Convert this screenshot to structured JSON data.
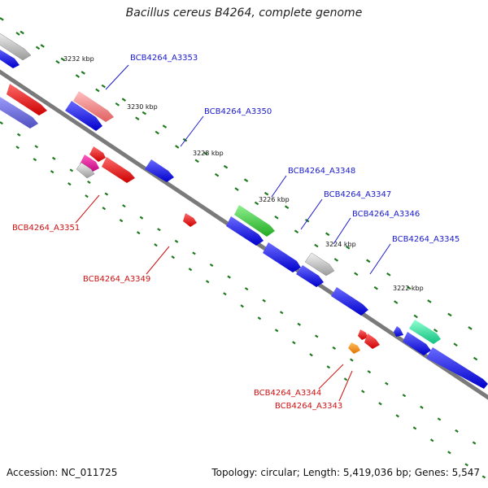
{
  "title": "Bacillus cereus B4264, complete genome",
  "footer": {
    "accession": "Accession: NC_011725",
    "summary": "Topology: circular; Length: 5,419,036 bp; Genes: 5,547"
  },
  "colors": {
    "backbone": "#888888",
    "tick": "#1f7a1f",
    "forward_cds": "#1010e0",
    "reverse_cds": "#e01010",
    "label_forward": "#1a1acc",
    "label_reverse": "#cc1111"
  },
  "scale_labels": [
    "3232 kbp",
    "3230 kbp",
    "3228 kbp",
    "3226 kbp",
    "3224 kbp",
    "3222 kbp"
  ],
  "gene_labels": {
    "a3353": "BCB4264_A3353",
    "a3350": "BCB4264_A3350",
    "a3348": "BCB4264_A3348",
    "a3347": "BCB4264_A3347",
    "a3346": "BCB4264_A3346",
    "a3345": "BCB4264_A3345",
    "a3351": "BCB4264_A3351",
    "a3349": "BCB4264_A3349",
    "a3344": "BCB4264_A3344",
    "a3343": "BCB4264_A3343"
  }
}
